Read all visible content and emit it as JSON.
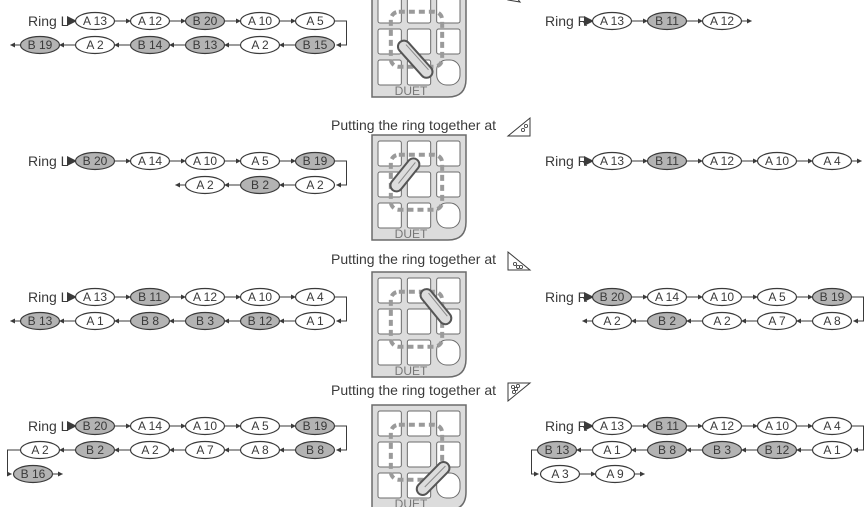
{
  "caption_text": "Putting the ring together at",
  "colors": {
    "a_fill": "#ffffff",
    "b_fill": "#b3b3b3",
    "stroke": "#3a3a3a",
    "board_bg": "#dcdcdc",
    "board_cell": "#ffffff",
    "board_border": "#6b6b6b",
    "triangle_fill": "#ffffff"
  },
  "sections": [
    {
      "caption": null,
      "triangle_dots": 0,
      "board": {
        "piece": "diag-center-down",
        "label": "DUET"
      },
      "left": {
        "label": "Ring L",
        "rows": [
          {
            "dir": "right",
            "items": [
              "A 13",
              "A 12",
              "B 20",
              "A 10",
              "A 5"
            ]
          },
          {
            "dir": "left",
            "items": [
              "B 15",
              "A 2",
              "B 13",
              "B 14",
              "A 2",
              "B 19"
            ]
          }
        ]
      },
      "right": {
        "label": "Ring R",
        "rows": [
          {
            "dir": "right",
            "items": [
              "A 13",
              "B 11",
              "A 12"
            ]
          }
        ]
      }
    },
    {
      "caption": "Putting the ring together at",
      "triangle_dots": 2,
      "board": {
        "piece": "diag-left-up",
        "label": "DUET"
      },
      "left": {
        "label": "Ring L",
        "rows": [
          {
            "dir": "right",
            "items": [
              "B 20",
              "A 14",
              "A 10",
              "A 5",
              "B 19"
            ]
          },
          {
            "dir": "left",
            "items": [
              "A 2",
              "B 2",
              "A 2"
            ]
          }
        ]
      },
      "right": {
        "label": "Ring R",
        "rows": [
          {
            "dir": "right",
            "items": [
              "A 13",
              "B 11",
              "A 12",
              "A 10",
              "A 4"
            ]
          }
        ]
      }
    },
    {
      "caption": "Putting the ring together at",
      "triangle_dots": 3,
      "board": {
        "piece": "diag-right-down",
        "label": "DUET"
      },
      "left": {
        "label": "Ring L",
        "rows": [
          {
            "dir": "right",
            "items": [
              "A 13",
              "B 11",
              "A 12",
              "A 10",
              "A 4"
            ]
          },
          {
            "dir": "left",
            "items": [
              "A 1",
              "B 12",
              "B 3",
              "B 8",
              "A 1",
              "B 13"
            ]
          }
        ]
      },
      "right": {
        "label": "Ring R",
        "rows": [
          {
            "dir": "right",
            "items": [
              "B 20",
              "A 14",
              "A 10",
              "A 5",
              "B 19"
            ]
          },
          {
            "dir": "left",
            "items": [
              "A 8",
              "A 7",
              "A 2",
              "B 2",
              "A 2"
            ]
          }
        ]
      }
    },
    {
      "caption": "Putting the ring together at",
      "triangle_dots": 4,
      "board": {
        "piece": "diag-right-low",
        "label": "DUET"
      },
      "left": {
        "label": "Ring L",
        "rows": [
          {
            "dir": "right",
            "items": [
              "B 20",
              "A 14",
              "A 10",
              "A 5",
              "B 19"
            ]
          },
          {
            "dir": "left",
            "items": [
              "B 8",
              "A 8",
              "A 7",
              "A 2",
              "B 2",
              "A 2"
            ]
          },
          {
            "dir": "right",
            "items": [
              "B 16"
            ]
          }
        ]
      },
      "right": {
        "label": "Ring R",
        "rows": [
          {
            "dir": "right",
            "items": [
              "A 13",
              "B 11",
              "A 12",
              "A 10",
              "A 4"
            ]
          },
          {
            "dir": "left",
            "items": [
              "A 1",
              "B 12",
              "B 3",
              "B 8",
              "A 1",
              "B 13"
            ]
          },
          {
            "dir": "right",
            "items": [
              "A 3",
              "A 9"
            ]
          }
        ]
      }
    }
  ]
}
